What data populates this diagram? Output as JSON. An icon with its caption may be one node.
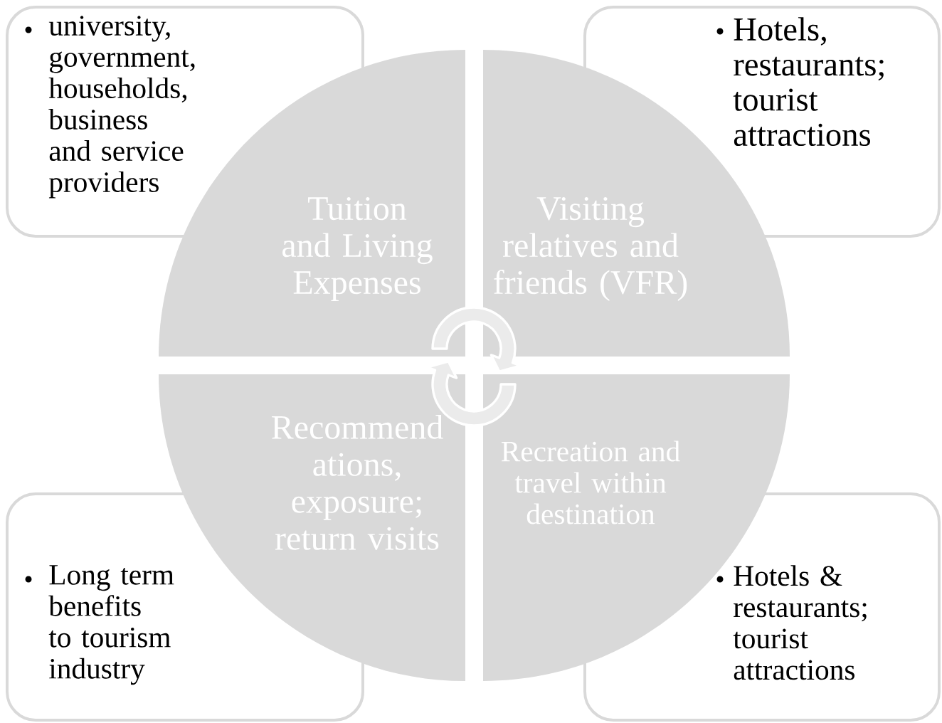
{
  "diagram": {
    "nodes": [
      {
        "text": [
          "university, government, households, business and service providers"
        ]
      },
      {
        "text": [
          "Hotels, restaurants; tourist attractions"
        ]
      },
      {
        "text": [
          "Long term benefits to tourism industry"
        ]
      },
      {
        "text": [
          "Hotels & restaurants; tourist attractions"
        ]
      },
      {
        "text": [
          "Tuition and Living Expenses"
        ]
      },
      {
        "text": [
          "Visiting relatives and friends (VFR)"
        ]
      },
      {
        "text": [
          "Recommend ations, exposure; return visits"
        ]
      },
      {
        "text": [
          "Recreation and travel within destination"
        ]
      }
    ],
    "edges": [
      {
        "from": 4,
        "to": 5,
        "arrow": "to"
      },
      {
        "from": 7,
        "to": 6,
        "arrow": "to"
      }
    ]
  }
}
